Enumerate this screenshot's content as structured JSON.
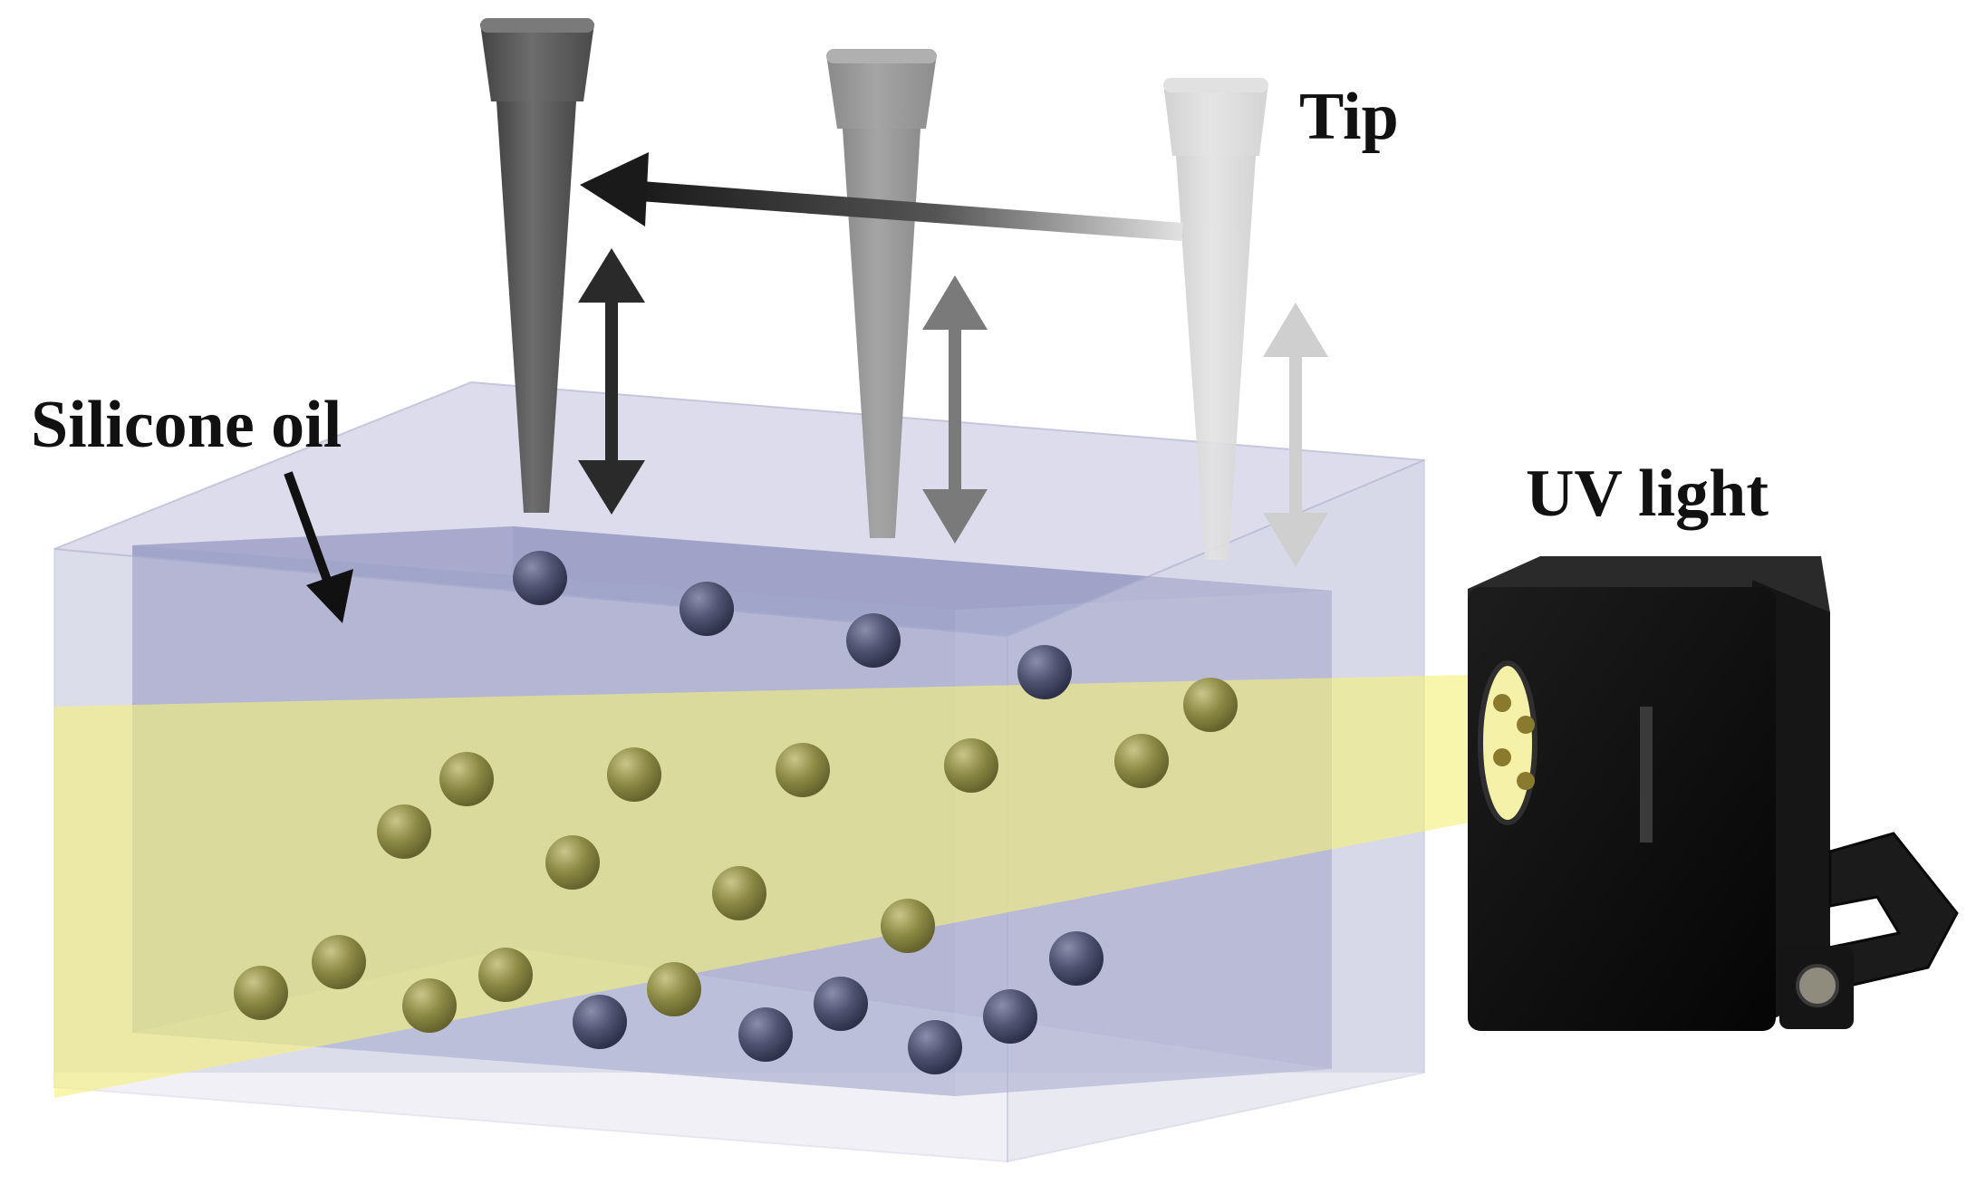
{
  "labels": {
    "tip": "Tip",
    "silicone_oil": "Silicone oil",
    "uv_light": "UV light"
  },
  "colors": {
    "tank_glass": "#b9bcd8",
    "oil": "#9c9fc8",
    "uv_beam": "#f4f07a",
    "particle_dark": "#4f5371",
    "particle_lit": "#8c8a45",
    "uv_device": "#0c0c0c",
    "tip_dark": "#5a5a5a",
    "tip_mid": "#8e8e8e",
    "tip_light": "#cfcfcf"
  },
  "icons": {
    "tip_far_right": "pipette-tip-icon",
    "tip_center": "pipette-tip-icon",
    "tip_left": "pipette-tip-icon",
    "uv_source": "uv-lamp-icon",
    "vertical_motion": "double-arrow-icon",
    "horizontal_motion": "arrow-left-icon"
  }
}
